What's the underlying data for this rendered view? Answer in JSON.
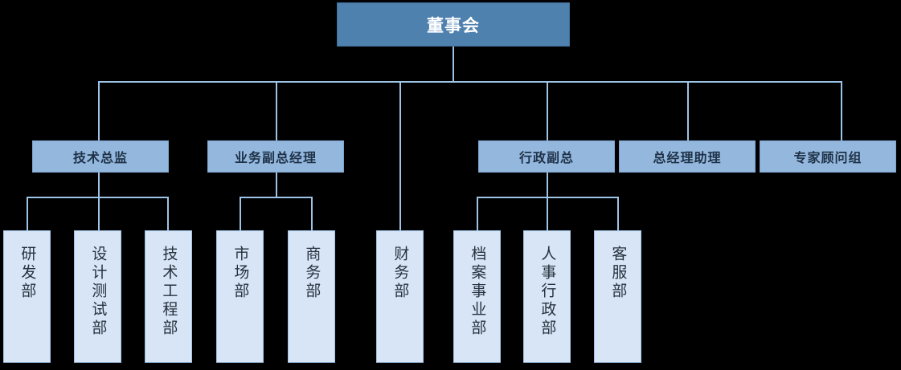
{
  "chart": {
    "type": "org-chart",
    "title_text": "董事会",
    "theme": {
      "background": "#000000",
      "root_fill": "#4f81ae",
      "root_text": "#ffffff",
      "level2_fill": "#93b7dd",
      "level2_text": "#1f3248",
      "level3_fill": "#d7e5f7",
      "level3_text": "#26323d",
      "connector": "#9dc3e6"
    },
    "root": {
      "label": "董事会"
    },
    "level2": [
      {
        "label": "技术总监"
      },
      {
        "label": "业务副总经理"
      },
      {
        "label": "行政副总"
      },
      {
        "label": "总经理助理"
      },
      {
        "label": "专家顾问组"
      }
    ],
    "level3": [
      {
        "label": "研发部",
        "parent": "技术总监"
      },
      {
        "label": "设计测试部",
        "parent": "技术总监"
      },
      {
        "label": "技术工程部",
        "parent": "技术总监"
      },
      {
        "label": "市场部",
        "parent": "业务副总经理"
      },
      {
        "label": "商务部",
        "parent": "业务副总经理"
      },
      {
        "label": "财务部",
        "parent": "董事会"
      },
      {
        "label": "档案事业部",
        "parent": "行政副总"
      },
      {
        "label": "人事行政部",
        "parent": "行政副总"
      },
      {
        "label": "客服部",
        "parent": "行政副总"
      }
    ]
  }
}
